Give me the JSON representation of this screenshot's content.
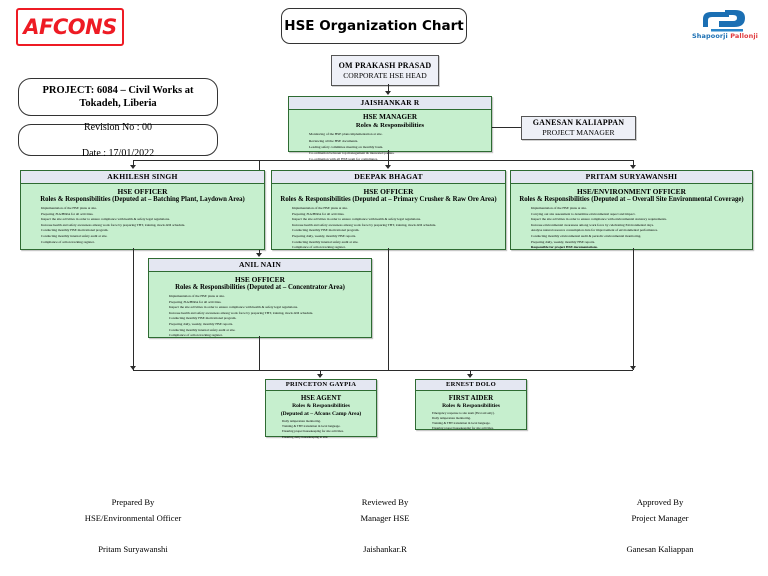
{
  "header": {
    "title": "HSE Organization Chart",
    "afcons_logo_text": "AFCONS",
    "sp_logo_text_1": "Shapoorji ",
    "sp_logo_text_2": "Pallonji",
    "project": "PROJECT: 6084 – Civil Works at Tokadeh, Liberia",
    "revision": "Revision No : 00",
    "date": "Date : 17/01/2022"
  },
  "nodes": {
    "corporate_head": {
      "name": "OM PRAKASH PRASAD",
      "role": "CORPORATE HSE HEAD"
    },
    "project_manager": {
      "name": "GANESAN KALIAPPAN",
      "role": "PROJECT MANAGER"
    },
    "hse_manager": {
      "name": "JAISHANKAR R",
      "role": "HSE MANAGER",
      "sub": "Roles & Responsibilities",
      "bullets": [
        "Monitoring of the HSE plans implementation at site.",
        "Reviewing all the HSE documents.",
        "Leading safety committee meeting on monthly basis.",
        "Co-ordination between top management & interested parties.",
        "Co-ordination with all HSE team for compliance."
      ]
    },
    "akhilesh": {
      "name": "AKHILESH SINGH",
      "role": "HSE OFFICER",
      "sub": "Roles & Responsibilities (Deputed at – Batching Plant, Laydown Area)",
      "bullets": [
        "Implementation of the HSE plans at site.",
        "Preparing JSA/HIRA for all activities.",
        "Inspect the site activities in order to ensure compliance with health & safety legal regulations.",
        "Increase health and safety awareness among work force by preparing TBT, training, mock drill schedule.",
        "Conducting monthly HSE motivational program.",
        "Conducting monthly internal safety audit at site.",
        "Compliance of action tracking register."
      ]
    },
    "deepak": {
      "name": "DEEPAK BHAGAT",
      "role": "HSE OFFICER",
      "sub": "Roles & Responsibilities (Deputed at – Primary Crusher & Raw Ore Area)",
      "bullets": [
        "Implementation of the HSE plans at site.",
        "Preparing JSA/HIRA for all activities.",
        "Inspect the site activities in order to ensure compliance with health & safety legal regulations.",
        "Increase health and safety awareness among work force by preparing TBT, training, mock drill schedule.",
        "Conducting monthly HSE motivational program.",
        "Preparing daily, weekly, monthly HSE reports.",
        "Conducting monthly internal safety audit at site.",
        "Compliance of action tracking register."
      ]
    },
    "pritam": {
      "name": "PRITAM SURYAWANSHI",
      "role": "HSE/ENVIRONMENT OFFICER",
      "sub": "Roles & Responsibilities (Deputed at – Overall Site Environmental Coverage)",
      "bullets": [
        "Implementation of the HSE plans at site.",
        "Carrying out site assessment to determine environmental aspect and impact.",
        "Inspect the site activities in order to ensure compliance with environmental statutory requirements.",
        "Increase environmental awareness among work force by celebrating Environmental days.",
        "Analyse natural resource consumption data for improvement of environmental performance.",
        "Conducting monthly environmental audit & periodic environmental monitoring.",
        "Preparing daily, weekly, monthly HSE reports."
      ],
      "bold_bullet": "Responsible for project HSE documentations."
    },
    "anil": {
      "name": "ANIL NAIN",
      "role": "HSE OFFICER",
      "sub": "Roles & Responsibilities (Deputed at – Concentrator Area)",
      "bullets": [
        "Implementation of the HSE plans at site.",
        "Preparing JSA/HIRA for all activities.",
        "Inspect the site activities in order to ensure compliance with health & safety legal regulations.",
        "Increase health and safety awareness among work force by preparing TBT, training, mock drill schedule.",
        "Conducting monthly HSE motivational program.",
        "Preparing daily, weekly, monthly HSE reports.",
        "Conducting monthly internal safety audit at site.",
        "Compliance of action tracking register."
      ]
    },
    "princeton": {
      "name": "PRINCETON GAYPIA",
      "role": "HSE AGENT",
      "sub": "Roles & Responsibilities",
      "sub2": "(Deputed at – Afcons Camp Area)",
      "bullets": [
        "Daily temperature monitoring.",
        "Training & TBT translation in local language.",
        "Ensuring proper housekeeping for site activities.",
        "Ensuring daily housekeeping at site."
      ]
    },
    "ernest": {
      "name": "ERNEST DOLO",
      "role": "FIRST AIDER",
      "sub": "Roles & Responsibilities",
      "bullets": [
        "Emergency response to site team (First aid only).",
        "Daily temperature monitoring.",
        "Training & TBT translation in local language.",
        "Ensuring proper housekeeping for site activities."
      ]
    }
  },
  "signatures": [
    {
      "action": "Prepared By",
      "role": "HSE/Environmental Officer",
      "name": "Pritam Suryawanshi"
    },
    {
      "action": "Reviewed By",
      "role": "Manager HSE",
      "name": "Jaishankar.R"
    },
    {
      "action": "Approved By",
      "role": "Project Manager",
      "name": "Ganesan Kaliappan"
    }
  ],
  "colors": {
    "node_fill": "#c6efce",
    "node_border": "#2e6b32",
    "header_fill": "#e4e7f2",
    "afcons_red": "#ee1b24",
    "sp_blue": "#1b6fb3"
  }
}
